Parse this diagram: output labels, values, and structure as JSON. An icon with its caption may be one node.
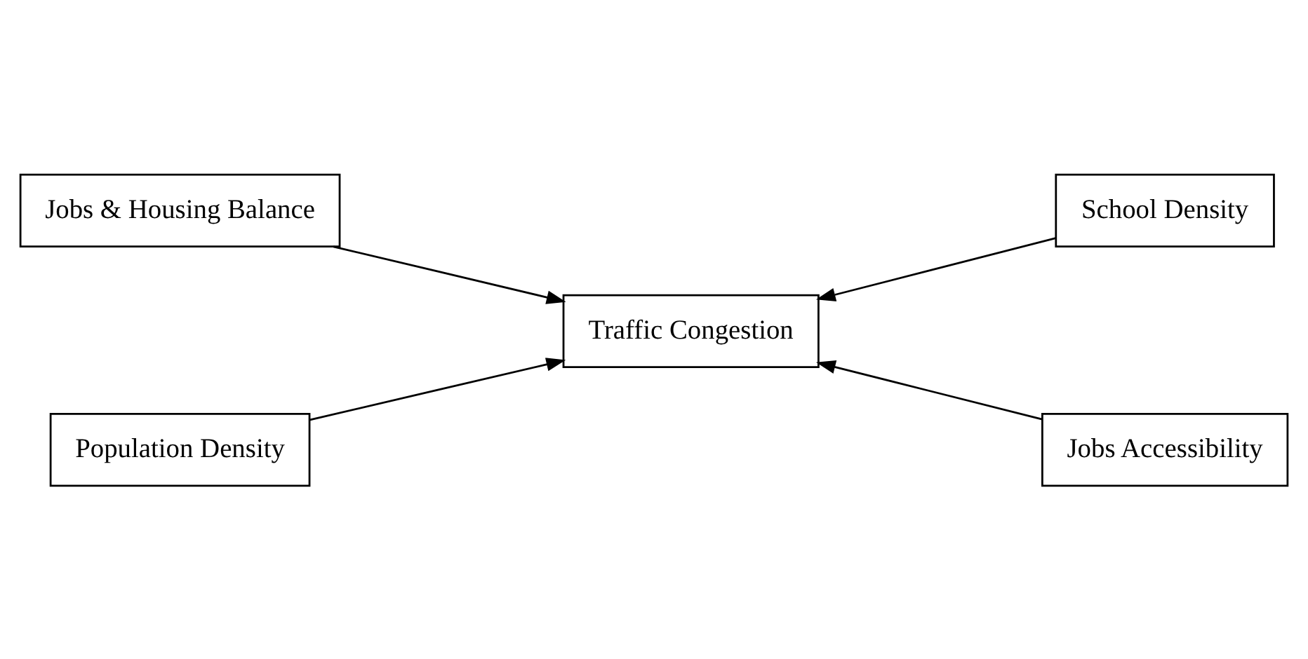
{
  "diagram": {
    "nodes": [
      {
        "text": [
          "Jobs & Housing Balance"
        ]
      },
      {
        "text": [
          "School Density"
        ]
      },
      {
        "text": [
          "Traffic Congestion"
        ]
      },
      {
        "text": [
          "Population Density"
        ]
      },
      {
        "text": [
          "Jobs Accessibility"
        ]
      }
    ],
    "edges": [
      {
        "from": 0,
        "to": 2,
        "arrow": "to"
      },
      {
        "from": 1,
        "to": 2,
        "arrow": "to"
      },
      {
        "from": 3,
        "to": 2,
        "arrow": "to"
      },
      {
        "from": 4,
        "to": 2,
        "arrow": "to"
      }
    ]
  }
}
